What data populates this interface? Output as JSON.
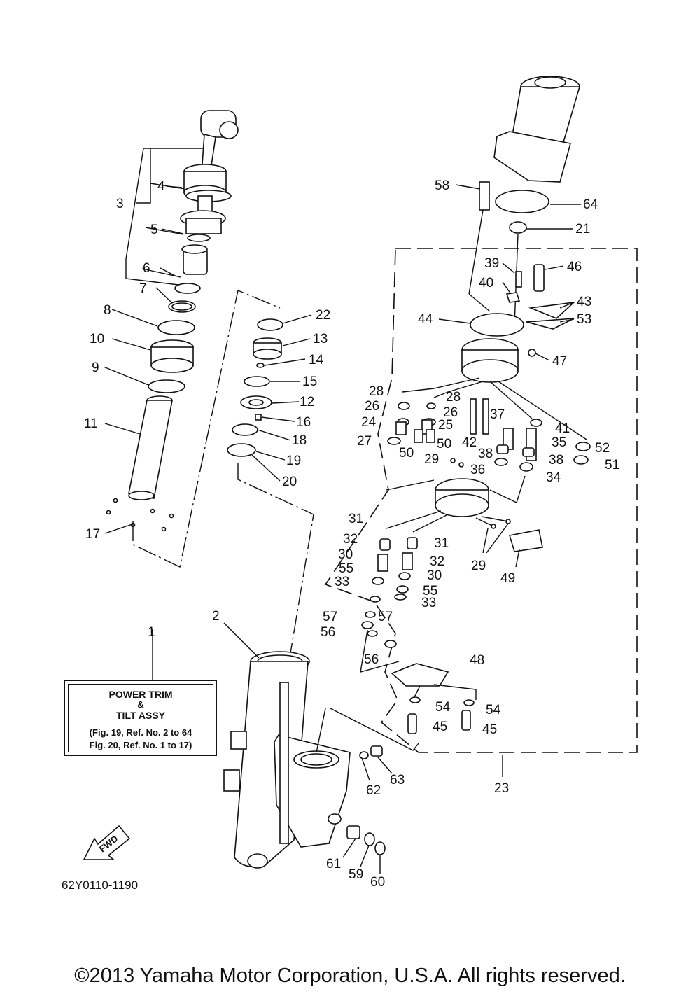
{
  "callout": {
    "line1": "POWER TRIM",
    "amp": "&",
    "line2": "TILT ASSY",
    "ref1": "(Fig. 19, Ref. No. 2 to 64",
    "ref2": "Fig. 20, Ref. No. 1 to 17)"
  },
  "fwd_label": "FWD",
  "drawing_code": "62Y0110-1190",
  "copyright": "©2013 Yamaha Motor Corporation, U.S.A. All rights reserved.",
  "labels": [
    {
      "id": "1",
      "text": "1"
    },
    {
      "id": "2",
      "text": "2"
    },
    {
      "id": "3",
      "text": "3"
    },
    {
      "id": "4",
      "text": "4"
    },
    {
      "id": "5",
      "text": "5"
    },
    {
      "id": "6",
      "text": "6"
    },
    {
      "id": "7",
      "text": "7"
    },
    {
      "id": "8",
      "text": "8"
    },
    {
      "id": "9",
      "text": "9"
    },
    {
      "id": "10",
      "text": "10"
    },
    {
      "id": "11",
      "text": "11"
    },
    {
      "id": "12",
      "text": "12"
    },
    {
      "id": "13",
      "text": "13"
    },
    {
      "id": "14",
      "text": "14"
    },
    {
      "id": "15",
      "text": "15"
    },
    {
      "id": "16",
      "text": "16"
    },
    {
      "id": "17",
      "text": "17"
    },
    {
      "id": "18",
      "text": "18"
    },
    {
      "id": "19",
      "text": "19"
    },
    {
      "id": "20",
      "text": "20"
    },
    {
      "id": "21",
      "text": "21"
    },
    {
      "id": "22",
      "text": "22"
    },
    {
      "id": "23",
      "text": "23"
    },
    {
      "id": "24",
      "text": "24"
    },
    {
      "id": "25",
      "text": "25"
    },
    {
      "id": "26a",
      "text": "26"
    },
    {
      "id": "26b",
      "text": "26"
    },
    {
      "id": "27",
      "text": "27"
    },
    {
      "id": "28a",
      "text": "28"
    },
    {
      "id": "28b",
      "text": "28"
    },
    {
      "id": "29a",
      "text": "29"
    },
    {
      "id": "29b",
      "text": "29"
    },
    {
      "id": "30a",
      "text": "30"
    },
    {
      "id": "30b",
      "text": "30"
    },
    {
      "id": "31a",
      "text": "31"
    },
    {
      "id": "31b",
      "text": "31"
    },
    {
      "id": "32a",
      "text": "32"
    },
    {
      "id": "32b",
      "text": "32"
    },
    {
      "id": "33a",
      "text": "33"
    },
    {
      "id": "33b",
      "text": "33"
    },
    {
      "id": "34",
      "text": "34"
    },
    {
      "id": "35",
      "text": "35"
    },
    {
      "id": "36",
      "text": "36"
    },
    {
      "id": "37",
      "text": "37"
    },
    {
      "id": "38a",
      "text": "38"
    },
    {
      "id": "38b",
      "text": "38"
    },
    {
      "id": "39",
      "text": "39"
    },
    {
      "id": "40",
      "text": "40"
    },
    {
      "id": "41",
      "text": "41"
    },
    {
      "id": "42",
      "text": "42"
    },
    {
      "id": "43",
      "text": "43"
    },
    {
      "id": "44",
      "text": "44"
    },
    {
      "id": "45a",
      "text": "45"
    },
    {
      "id": "45b",
      "text": "45"
    },
    {
      "id": "46",
      "text": "46"
    },
    {
      "id": "47",
      "text": "47"
    },
    {
      "id": "48",
      "text": "48"
    },
    {
      "id": "49",
      "text": "49"
    },
    {
      "id": "50a",
      "text": "50"
    },
    {
      "id": "50b",
      "text": "50"
    },
    {
      "id": "51",
      "text": "51"
    },
    {
      "id": "52",
      "text": "52"
    },
    {
      "id": "53",
      "text": "53"
    },
    {
      "id": "54a",
      "text": "54"
    },
    {
      "id": "54b",
      "text": "54"
    },
    {
      "id": "55a",
      "text": "55"
    },
    {
      "id": "55b",
      "text": "55"
    },
    {
      "id": "56a",
      "text": "56"
    },
    {
      "id": "56b",
      "text": "56"
    },
    {
      "id": "57a",
      "text": "57"
    },
    {
      "id": "57b",
      "text": "57"
    },
    {
      "id": "58",
      "text": "58"
    },
    {
      "id": "59",
      "text": "59"
    },
    {
      "id": "60",
      "text": "60"
    },
    {
      "id": "61",
      "text": "61"
    },
    {
      "id": "62",
      "text": "62"
    },
    {
      "id": "63",
      "text": "63"
    },
    {
      "id": "64",
      "text": "64"
    }
  ]
}
